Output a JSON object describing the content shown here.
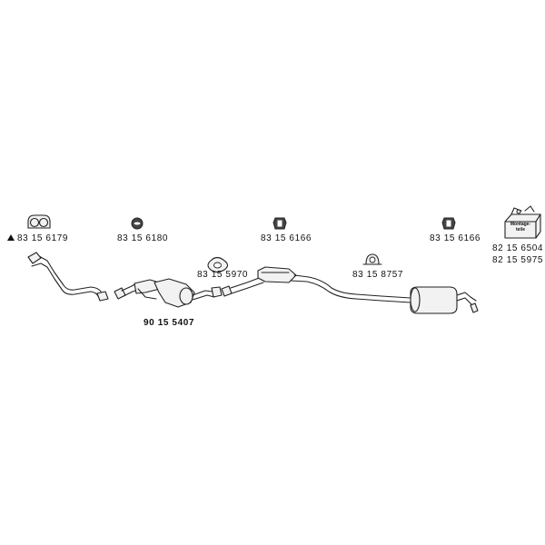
{
  "diagram": {
    "parts": [
      {
        "id": "clamp-front",
        "number": "83 15 6179",
        "note_icon": "triangle-icon"
      },
      {
        "id": "hanger-1",
        "number": "83 15 6180"
      },
      {
        "id": "rubber-mount-1",
        "number": "83 15 6166"
      },
      {
        "id": "rubber-mount-2",
        "number": "83 15 6166"
      },
      {
        "id": "mounting-kit",
        "number": "82 15 6504",
        "number2": "82 15 5975",
        "box_label": "Montage-teile"
      },
      {
        "id": "gasket",
        "number": "83 15 5970"
      },
      {
        "id": "clamp-rear",
        "number": "83 15 8757"
      },
      {
        "id": "catalytic-converter",
        "number": "90 15 5407"
      }
    ]
  }
}
